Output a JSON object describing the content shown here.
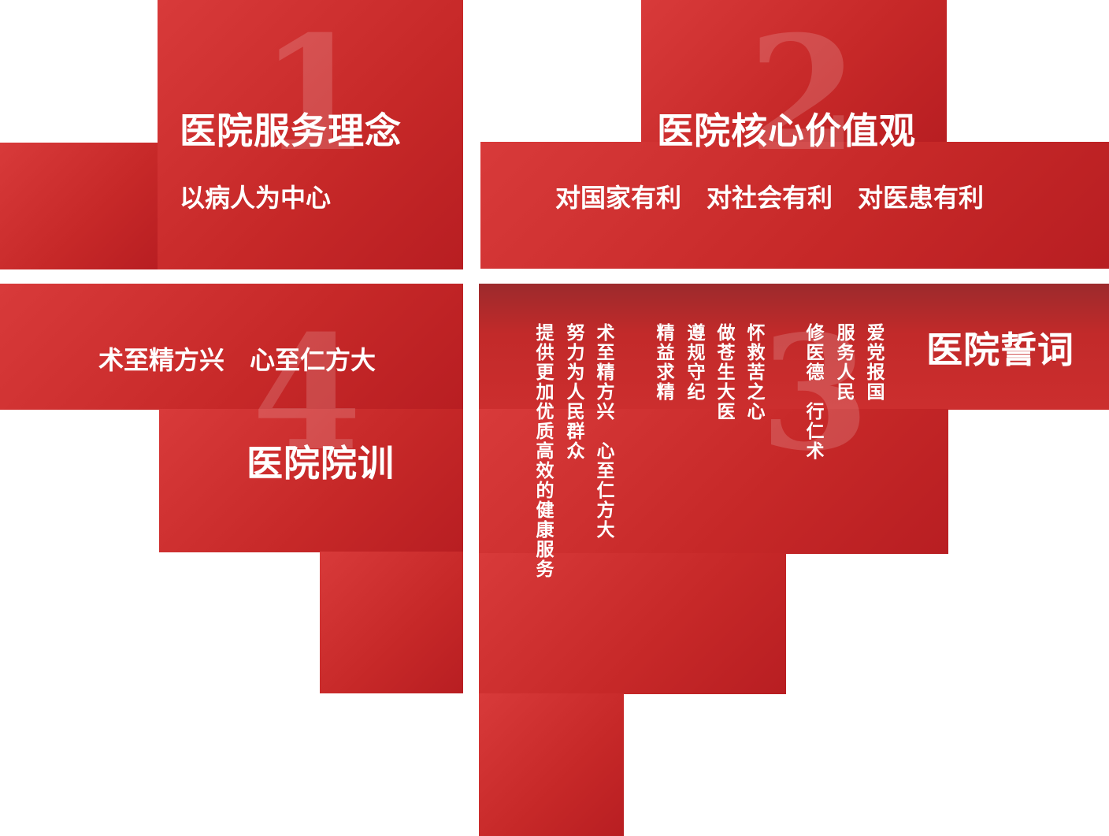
{
  "panels": [
    {
      "number": "1",
      "title": "医院服务理念",
      "text": "以病人为中心"
    },
    {
      "number": "2",
      "title": "医院核心价值观",
      "text": "对国家有利　对社会有利　对医患有利"
    },
    {
      "number": "3",
      "title": "医院誓词",
      "columns": [
        "爱党报国",
        "服务人民",
        "修医德　行仁术",
        "怀救苦之心",
        "做苍生大医",
        "遵规守纪",
        "精益求精",
        "术至精方兴　心至仁方大",
        "努力为人民群众",
        "提供更加优质高效的健康服务"
      ]
    },
    {
      "number": "4",
      "title": "医院院训",
      "text": "术至精方兴　心至仁方大"
    }
  ],
  "colors": {
    "red": "#c62828",
    "white": "#ffffff"
  }
}
